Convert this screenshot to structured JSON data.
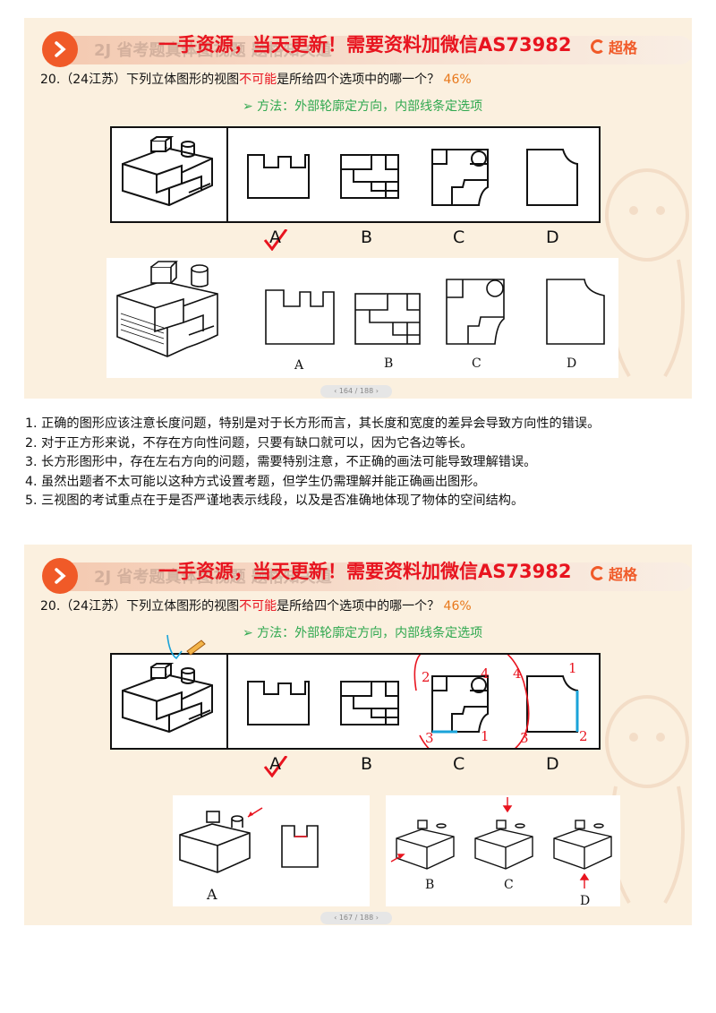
{
  "slides": [
    {
      "banner": "一手资源，当天更新！需要资料加微信AS73982",
      "ghost_header": "2J 省考题真体图视题                   题格知关道",
      "logo_text": "超格",
      "question": {
        "number": "20.",
        "source": "（24江苏）",
        "text_before": "下列立体图形的视图",
        "text_highlight": "不可能",
        "text_after": "是所给四个选项中的哪一个？",
        "percent": "46%"
      },
      "method": "➢ 方法：外部轮廓定方向，内部线条定选项",
      "answer_letters": [
        "A",
        "B",
        "C",
        "D"
      ],
      "detail_labels": [
        "A",
        "B",
        "C",
        "D"
      ],
      "pager": "‹   164 / 188   ›"
    },
    {
      "banner": "一手资源，当天更新！需要资料加微信AS73982",
      "ghost_header": "2J 省考题真体图视题                   题格知关道",
      "logo_text": "超格",
      "question": {
        "number": "20.",
        "source": "（24江苏）",
        "text_before": "下列立体图形的视图",
        "text_highlight": "不可能",
        "text_after": "是所给四个选项中的哪一个？",
        "percent": "46%"
      },
      "method": "➢ 方法：外部轮廓定方向，内部线条定选项",
      "answer_letters": [
        "A",
        "B",
        "C",
        "D"
      ],
      "annotations": {
        "c_corners": [
          "2",
          "3",
          "4",
          "1"
        ],
        "d_corners": [
          "4",
          "1",
          "3",
          "2"
        ]
      },
      "detail_labels": [
        "A",
        "B",
        "C",
        "D"
      ],
      "pager": "‹   167 / 188   ›"
    }
  ],
  "notes": [
    "1. 正确的图形应该注意长度问题，特别是对于长方形而言，其长度和宽度的差异会导致方向性的错误。",
    "2. 对于正方形来说，不存在方向性问题，只要有缺口就可以，因为它各边等长。",
    "3. 长方形图形中，存在左右方向的问题，需要特别注意，不正确的画法可能导致理解错误。",
    "4. 虽然出题者不太可能以这种方式设置考题，但学生仍需理解并能正确画出图形。",
    "5. 三视图的考试重点在于是否严谨地表示线段，以及是否准确地体现了物体的空间结构。"
  ],
  "colors": {
    "slide_bg": "#fbf0df",
    "banner_red": "#e8141f",
    "accent_orange": "#f05a28",
    "method_green": "#2fa84f",
    "percent_orange": "#e8781b",
    "annotation_blue": "#1aa3d9"
  },
  "icons": [
    "next-arrow-icon",
    "logo-mark-icon",
    "check-mark-icon",
    "pencil-icon"
  ]
}
